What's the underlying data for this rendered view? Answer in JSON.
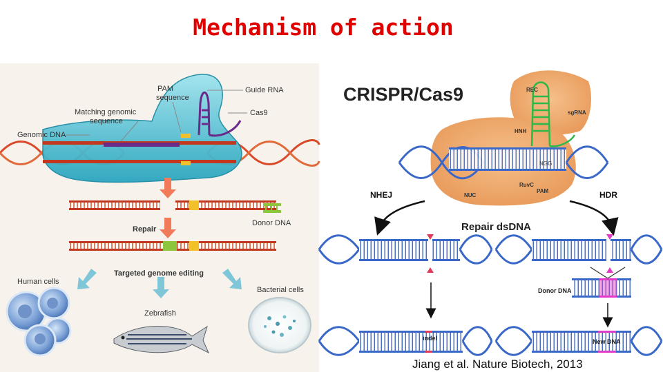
{
  "slide": {
    "title": "Mechanism of action",
    "citation": "Jiang et al. Nature Biotech, 2013"
  },
  "left_figure": {
    "labels": {
      "pam": "PAM",
      "sequence": "sequence",
      "guide_rna": "Guide RNA",
      "matching": "Matching genomic",
      "matching2": "sequence",
      "cas9": "Cas9",
      "genomic_dna": "Genomic DNA",
      "repair": "Repair",
      "donor_dna": "Donor DNA",
      "targeted": "Targeted genome editing",
      "human_cells": "Human cells",
      "bacterial_cells": "Bacterial cells",
      "zebrafish": "Zebrafish"
    }
  },
  "right_figure": {
    "labels": {
      "title": "CRISPR/Cas9",
      "rec": "REC",
      "sgrna": "sgRNA",
      "hnh": "HNH",
      "ngg": "NGG",
      "ruvc": "RuvC",
      "pam": "PAM",
      "nuc": "NUC",
      "nhej": "NHEJ",
      "hdr": "HDR",
      "repair_ds": "Repair dsDNA",
      "donor_dna": "Donor DNA",
      "indel": "indel",
      "new_dna": "New DNA"
    }
  }
}
